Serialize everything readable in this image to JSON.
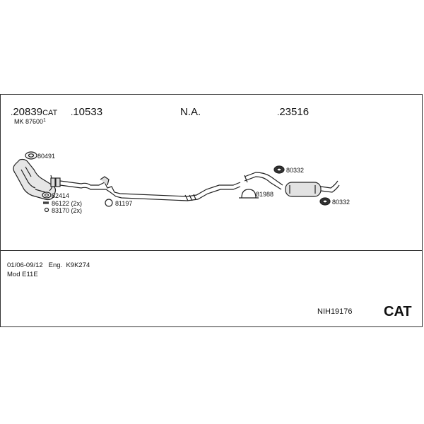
{
  "header": {
    "parts": [
      {
        "lead": ".",
        "number": "20839",
        "suffix": "CAT"
      },
      {
        "lead": ".",
        "number": "10533",
        "suffix": ""
      },
      {
        "lead": "",
        "number": "N.A.",
        "suffix": ""
      },
      {
        "lead": ".",
        "number": "23516",
        "suffix": ""
      }
    ],
    "mk_label": "MK 87600",
    "mk_sup": "1"
  },
  "callouts": {
    "c80491": "80491",
    "c82414": "82414",
    "c86122": "86122 (2x)",
    "c83170": "83170 (2x)",
    "c81197": "81197",
    "c80332a": "80332",
    "c81988": "81988",
    "c80332b": "80332"
  },
  "info": {
    "line1": "01/06-09/12   Eng.  K9K274",
    "line2": "Mod E11E"
  },
  "footer": {
    "code": "NIH19176",
    "cat": "CAT"
  }
}
